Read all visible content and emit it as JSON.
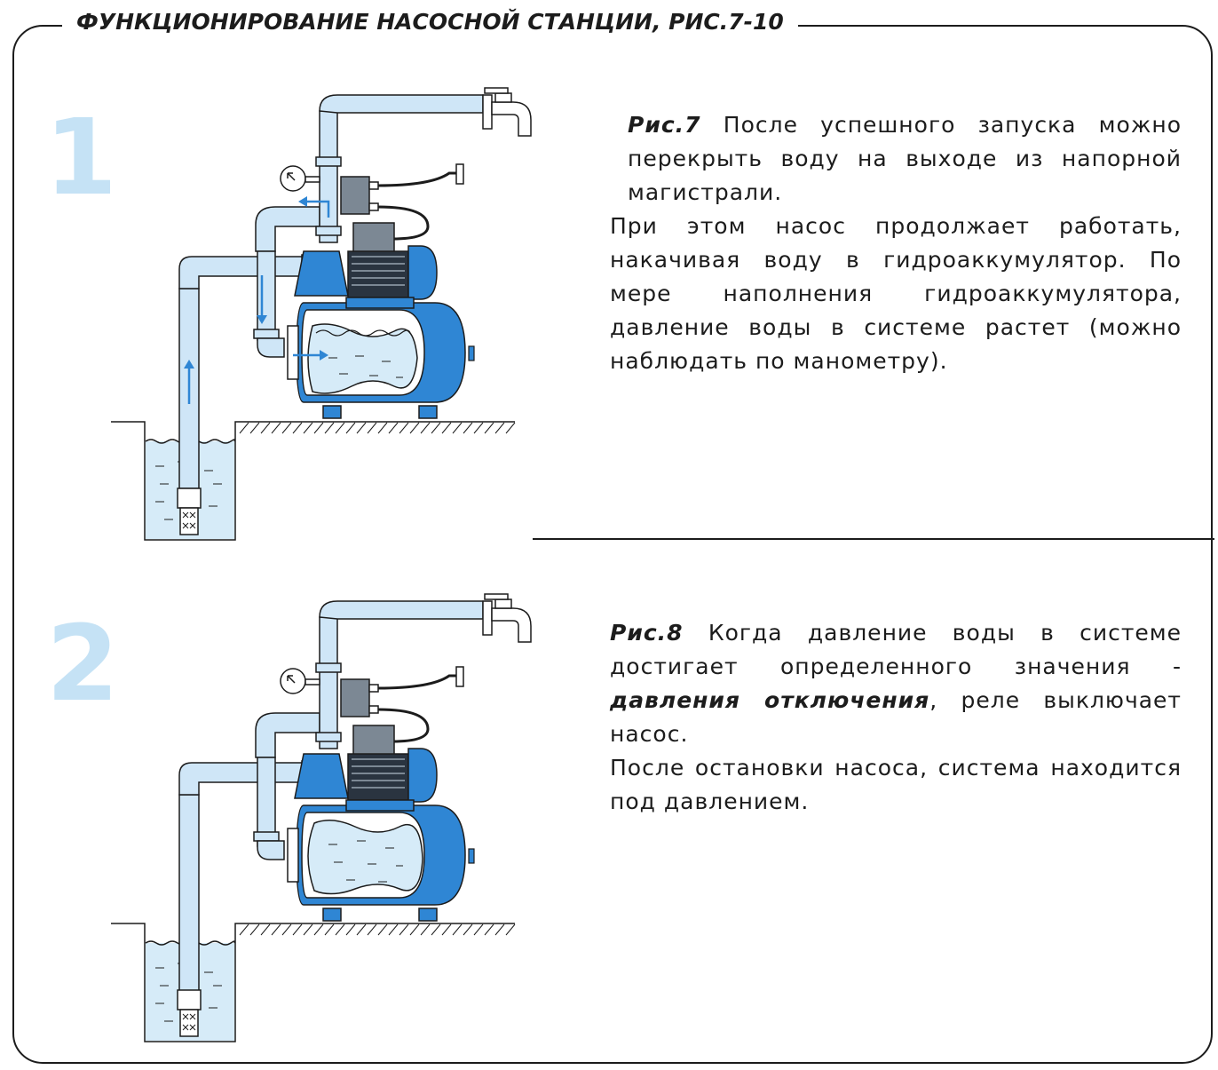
{
  "title": "ФУНКЦИОНИРОВАНИЕ НАСОСНОЙ СТАНЦИИ, РИС.7-10",
  "colors": {
    "pipe_fill": "#cfe6f7",
    "water_fill": "#d6ebf8",
    "accent_blue": "#2f86d4",
    "outline": "#1c1c1c",
    "number_color": "#c5e2f5"
  },
  "steps": [
    {
      "number": "1",
      "label": "Рис.7",
      "p1": "После успешного запуска можно перекрыть воду на выходе из напорной магистрали.",
      "p2": "При этом насос продолжает работать, накачивая воду в гидроаккумулятор. По мере наполнения гидроаккумулятора, давление воды в системе растет (можно наблюдать по манометру)."
    },
    {
      "number": "2",
      "label": "Рис.8",
      "p1_a": "Когда давление воды в системе достигает определенного значения -",
      "p1_bold": "давления отключения",
      "p1_b": ", реле выключает насос.",
      "p2": "После остановки насоса, система находится под давлением."
    }
  ]
}
